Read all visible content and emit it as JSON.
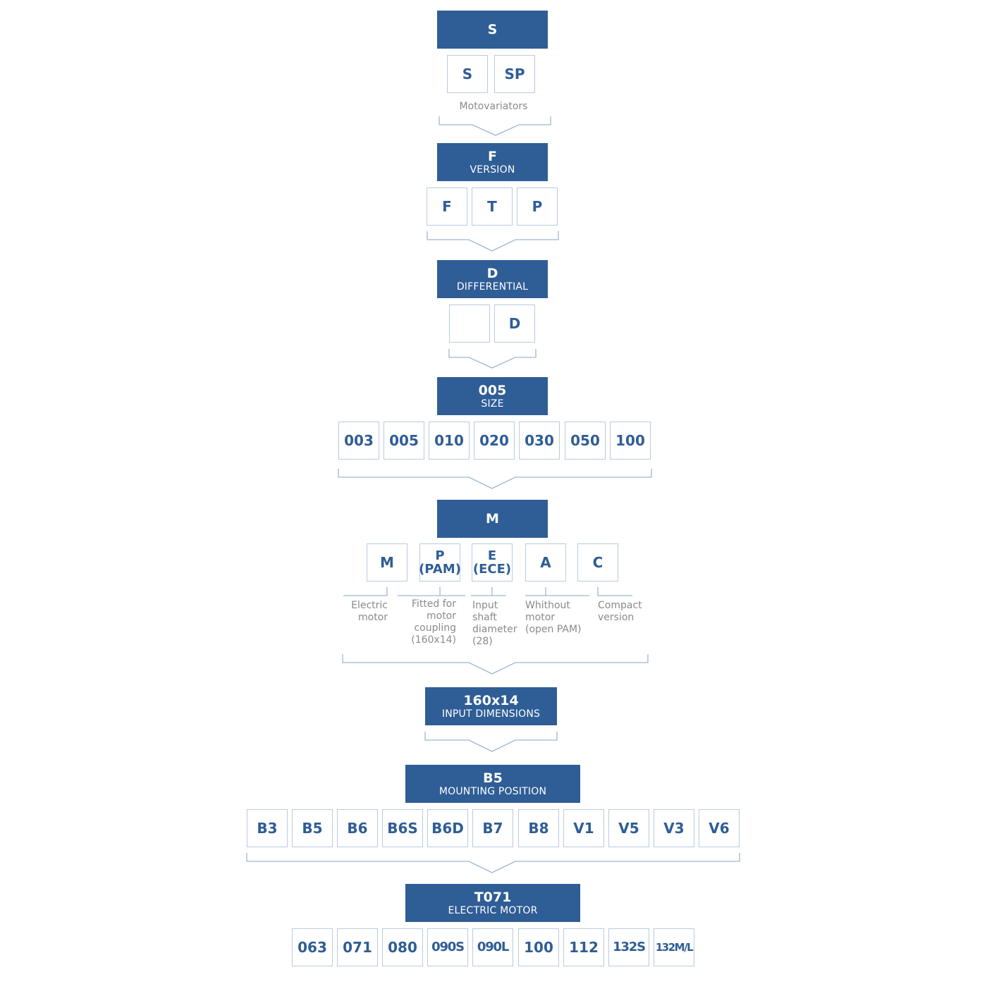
{
  "series_block": {
    "code": "S",
    "options": [
      "S",
      "SP"
    ],
    "caption": "Motovariators"
  },
  "version_block": {
    "code": "F",
    "label": "VERSION",
    "options": [
      "F",
      "T",
      "P"
    ]
  },
  "differential_block": {
    "code": "D",
    "label": "DIFFERENTIAL",
    "options": [
      "",
      "D"
    ]
  },
  "size_block": {
    "code": "005",
    "label": "SIZE",
    "options": [
      "003",
      "005",
      "010",
      "020",
      "030",
      "050",
      "100"
    ]
  },
  "motor_block": {
    "code": "M",
    "options": [
      {
        "top": "P",
        "bottom": "(PAM)"
      },
      {
        "top": "E",
        "bottom": "(ECE)"
      }
    ],
    "option_m": "M",
    "option_a": "A",
    "option_c": "C",
    "captions": {
      "m": [
        "Electric",
        "motor"
      ],
      "p": [
        "Fitted for",
        "motor",
        "coupling",
        "(160x14)"
      ],
      "e": [
        "Input",
        "shaft",
        "diameter",
        "(28)"
      ],
      "a": [
        "Whithout",
        "motor",
        "(open PAM)"
      ],
      "c": [
        "Compact",
        "version"
      ]
    }
  },
  "input_block": {
    "code": "160x14",
    "label": "INPUT DIMENSIONS"
  },
  "mounting_block": {
    "code": "B5",
    "label": "MOUNTING POSITION",
    "options": [
      "B3",
      "B5",
      "B6",
      "B6S",
      "B6D",
      "B7",
      "B8",
      "V1",
      "V5",
      "V3",
      "V6"
    ]
  },
  "electric_motor_block": {
    "code": "T071",
    "label": "ELECTRIC MOTOR",
    "options": [
      "063",
      "071",
      "080",
      "090S",
      "090L",
      "100",
      "112",
      "132S",
      "132M/L"
    ]
  },
  "colors": {
    "header_bg": "#2f5d96",
    "option_text": "#2f5d96",
    "option_border": "#b8cbe0",
    "connector": "#9db6d1",
    "caption": "#8a8a8a"
  }
}
